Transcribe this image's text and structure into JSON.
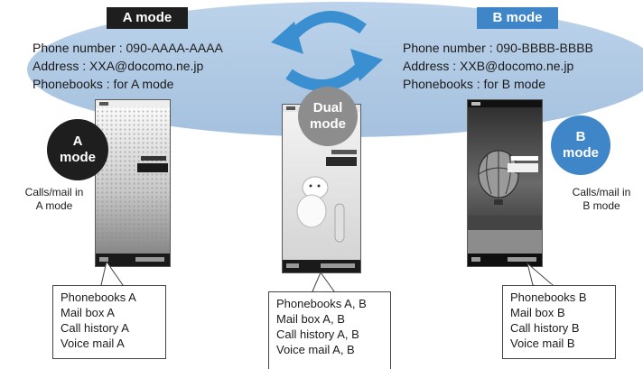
{
  "modes": {
    "a": {
      "tag": "A mode",
      "info": [
        "Phone number : 090-AAAA-AAAA",
        "Address : XXA@docomo.ne.jp",
        "Phonebooks : for A mode"
      ],
      "circle": [
        "A",
        "mode"
      ],
      "note": [
        "Calls/mail in",
        "A mode"
      ],
      "box": [
        "Phonebooks A",
        "Mail box A",
        "Call history A",
        "Voice mail A"
      ]
    },
    "dual": {
      "circle": [
        "Dual",
        "mode"
      ],
      "box": [
        "Phonebooks A, B",
        "Mail box A, B",
        "Call history A, B",
        "Voice mail A, B"
      ]
    },
    "b": {
      "tag": "B mode",
      "info": [
        "Phone number : 090-BBBB-BBBB",
        "Address : XXB@docomo.ne.jp",
        "Phonebooks : for B mode"
      ],
      "circle": [
        "B",
        "mode"
      ],
      "note": [
        "Calls/mail in",
        "B mode"
      ],
      "box": [
        "Phonebooks B",
        "Mail box B",
        "Call history B",
        "Voice mail B"
      ]
    }
  },
  "colors": {
    "ellipse": "#a9c4e0",
    "a_mode": "#1e1e1e",
    "dual_mode": "#8d8d8d",
    "b_mode": "#3f86c8",
    "arrows": "#3a8fd0"
  },
  "icons": {
    "swap": "swap-arrows-icon",
    "phone_a": "phone-screen-icon",
    "phone_dual": "phone-screen-icon",
    "phone_b": "phone-screen-icon"
  }
}
